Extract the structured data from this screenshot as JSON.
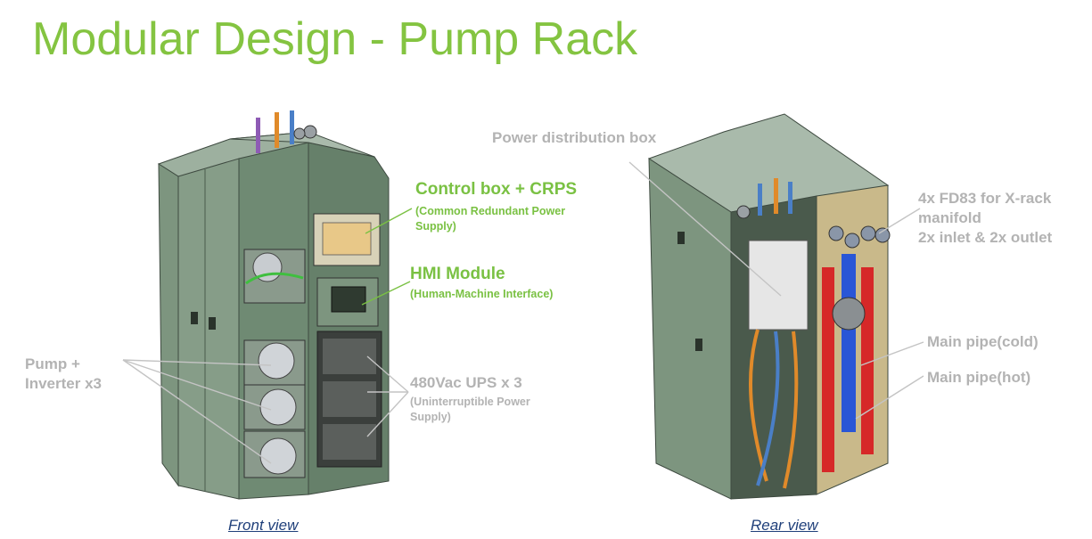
{
  "title": "Modular Design - Pump Rack",
  "front": {
    "caption": "Front view",
    "labels": {
      "control_box": "Control box + CRPS",
      "control_box_sub": "(Common Redundant Power\nSupply)",
      "hmi": "HMI Module",
      "hmi_sub": "(Human-Machine Interface)",
      "ups": "480Vac UPS x 3",
      "ups_sub": "(Uninterruptible Power\nSupply)",
      "pump": "Pump +\nInverter x3"
    }
  },
  "rear": {
    "caption": "Rear view",
    "labels": {
      "pdb": "Power distribution box",
      "fd83": "4x FD83 for X-rack\nmanifold\n2x inlet & 2x outlet",
      "cold": "Main pipe(cold)",
      "hot": "Main pipe(hot)"
    }
  },
  "colors": {
    "accent_green": "#7ac143",
    "label_grey": "#b3b3b3",
    "caption_blue": "#1f3f7a",
    "cabinet": "#6f8a73",
    "pipe_purple": "#8e5bb5",
    "pipe_orange": "#e08a2a",
    "pipe_blue": "#4a7fc7",
    "pipe_cold": "#2956d6",
    "pipe_hot": "#d62828"
  }
}
